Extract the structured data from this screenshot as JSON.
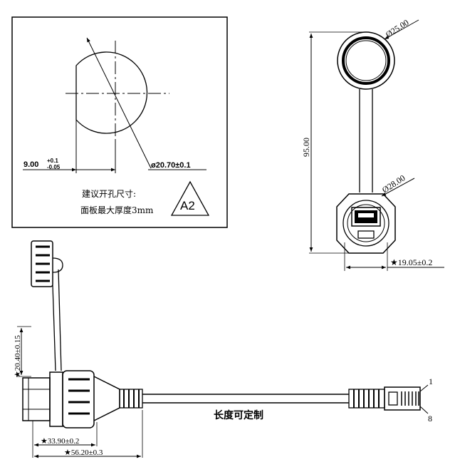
{
  "panel_cutout": {
    "dim_flat": "9.00",
    "dim_flat_tol_plus": "+0.1",
    "dim_flat_tol_minus": "-0.05",
    "dim_diameter": "ø20.70±0.1",
    "note_line1": "建议开孔尺寸:",
    "note_line2": "面板最大厚度3mm",
    "badge": "A2"
  },
  "front_view": {
    "dim_cap": "Ø25.00",
    "dim_body": "Ø28.00",
    "dim_length": "95.00",
    "dim_width": "★19.05±0.2"
  },
  "side_view": {
    "dim_height": "★20.40±0.15",
    "dim_short": "★33.90±0.2",
    "dim_long": "★56.20±0.3",
    "cable_label": "长度可定制",
    "pin_first": "1",
    "pin_last": "8"
  }
}
